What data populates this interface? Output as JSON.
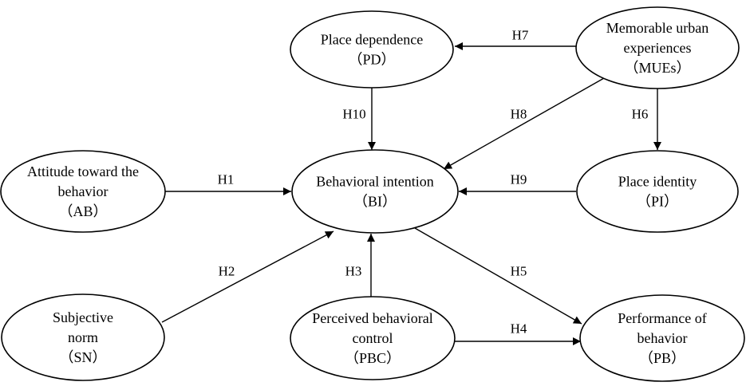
{
  "nodes": [
    {
      "id": "PD",
      "lines": [
        "Place dependence",
        "（PD）"
      ]
    },
    {
      "id": "MUE",
      "lines": [
        "Memorable urban",
        "experiences",
        "（MUEs）"
      ]
    },
    {
      "id": "AB",
      "lines": [
        "Attitude toward the",
        "behavior",
        "（AB）"
      ]
    },
    {
      "id": "BI",
      "lines": [
        "Behavioral intention",
        "（BI）"
      ]
    },
    {
      "id": "PI",
      "lines": [
        "Place identity",
        "（PI）"
      ]
    },
    {
      "id": "SN",
      "lines": [
        "Subjective",
        "norm",
        "（SN）"
      ]
    },
    {
      "id": "PBC",
      "lines": [
        "Perceived behavioral",
        "control",
        "（PBC）"
      ]
    },
    {
      "id": "PB",
      "lines": [
        "Performance of",
        "behavior",
        "（PB）"
      ]
    }
  ],
  "edges": [
    {
      "label": "H1",
      "from": "AB",
      "to": "BI"
    },
    {
      "label": "H2",
      "from": "SN",
      "to": "BI"
    },
    {
      "label": "H3",
      "from": "PBC",
      "to": "BI"
    },
    {
      "label": "H4",
      "from": "PBC",
      "to": "PB"
    },
    {
      "label": "H5",
      "from": "BI",
      "to": "PB"
    },
    {
      "label": "H6",
      "from": "MUE",
      "to": "PI"
    },
    {
      "label": "H7",
      "from": "MUE",
      "to": "PD"
    },
    {
      "label": "H8",
      "from": "MUE",
      "to": "BI"
    },
    {
      "label": "H9",
      "from": "PI",
      "to": "BI"
    },
    {
      "label": "H10",
      "from": "PD",
      "to": "BI"
    }
  ]
}
